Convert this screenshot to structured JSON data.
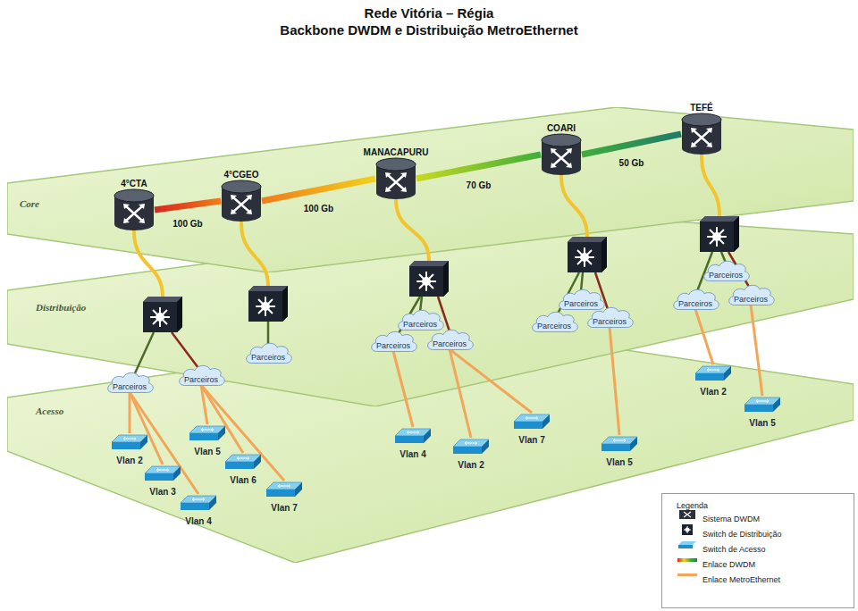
{
  "diagram": {
    "title": "Rede Vitória – Régia",
    "nodes": [
      {
        "text": [
          "Core"
        ]
      },
      {
        "text": [
          "Distribuição"
        ]
      },
      {
        "text": [
          "Acesso"
        ]
      },
      {
        "text": [
          "4°CTA"
        ],
        "in": 0
      },
      {
        "text": [
          "4°CGEO"
        ],
        "in": 0
      },
      {
        "text": [
          "MANACAPURU"
        ],
        "in": 0
      },
      {
        "text": [
          "COARI"
        ],
        "in": 0
      },
      {
        "text": [
          "TEFÉ"
        ],
        "in": 0
      },
      {
        "text": [
          "Parceiros"
        ],
        "in": 1
      },
      {
        "text": [
          "Parceiros"
        ],
        "in": 1
      },
      {
        "text": [
          "Parceiros"
        ],
        "in": 1
      },
      {
        "text": [
          "Parceiros"
        ],
        "in": 1
      },
      {
        "text": [
          "Parceiros"
        ],
        "in": 1
      },
      {
        "text": [
          "Parceiros"
        ],
        "in": 1
      },
      {
        "text": [
          "Parceiros"
        ],
        "in": 1
      },
      {
        "text": [
          "Parceiros"
        ],
        "in": 1
      },
      {
        "text": [
          "Parceiros"
        ],
        "in": 1
      },
      {
        "text": [
          "Parceiros"
        ],
        "in": 1
      },
      {
        "text": [
          "Parceiros"
        ],
        "in": 1
      },
      {
        "text": [
          "Parceiros"
        ],
        "in": 1
      },
      {
        "text": [
          "Vlan 2"
        ],
        "in": 2
      },
      {
        "text": [
          "Vlan 3"
        ],
        "in": 2
      },
      {
        "text": [
          "Vlan 4"
        ],
        "in": 2
      },
      {
        "text": [
          "Vlan 5"
        ],
        "in": 2
      },
      {
        "text": [
          "Vlan 6"
        ],
        "in": 2
      },
      {
        "text": [
          "Vlan 7"
        ],
        "in": 2
      },
      {
        "text": [
          "Vlan 4"
        ],
        "in": 2
      },
      {
        "text": [
          "Vlan 2"
        ],
        "in": 2
      },
      {
        "text": [
          "Vlan 7"
        ],
        "in": 2
      },
      {
        "text": [
          "Vlan 5"
        ],
        "in": 2
      },
      {
        "text": [
          "Vlan 2"
        ],
        "in": 2
      },
      {
        "text": [
          "Vlan 5"
        ],
        "in": 2
      }
    ],
    "edges": [
      {
        "from": 3,
        "to": 4,
        "arrow": "none",
        "label": "100 Gb"
      },
      {
        "from": 4,
        "to": 5,
        "arrow": "none",
        "label": "100 Gb"
      },
      {
        "from": 5,
        "to": 6,
        "arrow": "none",
        "label": "70 Gb"
      },
      {
        "from": 6,
        "to": 7,
        "arrow": "none",
        "label": "50 Gb"
      },
      {
        "from": 8,
        "to": 20,
        "arrow": "none"
      },
      {
        "from": 8,
        "to": 21,
        "arrow": "none"
      },
      {
        "from": 8,
        "to": 22,
        "arrow": "none"
      },
      {
        "from": 9,
        "to": 23,
        "arrow": "none"
      },
      {
        "from": 9,
        "to": 24,
        "arrow": "none"
      },
      {
        "from": 9,
        "to": 25,
        "arrow": "none"
      },
      {
        "from": 12,
        "to": 26,
        "arrow": "none"
      },
      {
        "from": 13,
        "to": 27,
        "arrow": "none"
      },
      {
        "from": 13,
        "to": 28,
        "arrow": "none"
      },
      {
        "from": 16,
        "to": 29,
        "arrow": "none"
      },
      {
        "from": 18,
        "to": 30,
        "arrow": "none"
      },
      {
        "from": 19,
        "to": 31,
        "arrow": "none"
      }
    ],
    "labels": [
      "Backbone DWDM e Distribuição MetroEthernet",
      "Legenda"
    ],
    "legend": [
      {
        "text": "Sistema DWDM"
      },
      {
        "text": "Switch de Distribuição"
      },
      {
        "text": "Switch de Acesso"
      },
      {
        "text": "Enlace DWDM"
      },
      {
        "text": "Enlace MetroEthernet"
      }
    ]
  }
}
